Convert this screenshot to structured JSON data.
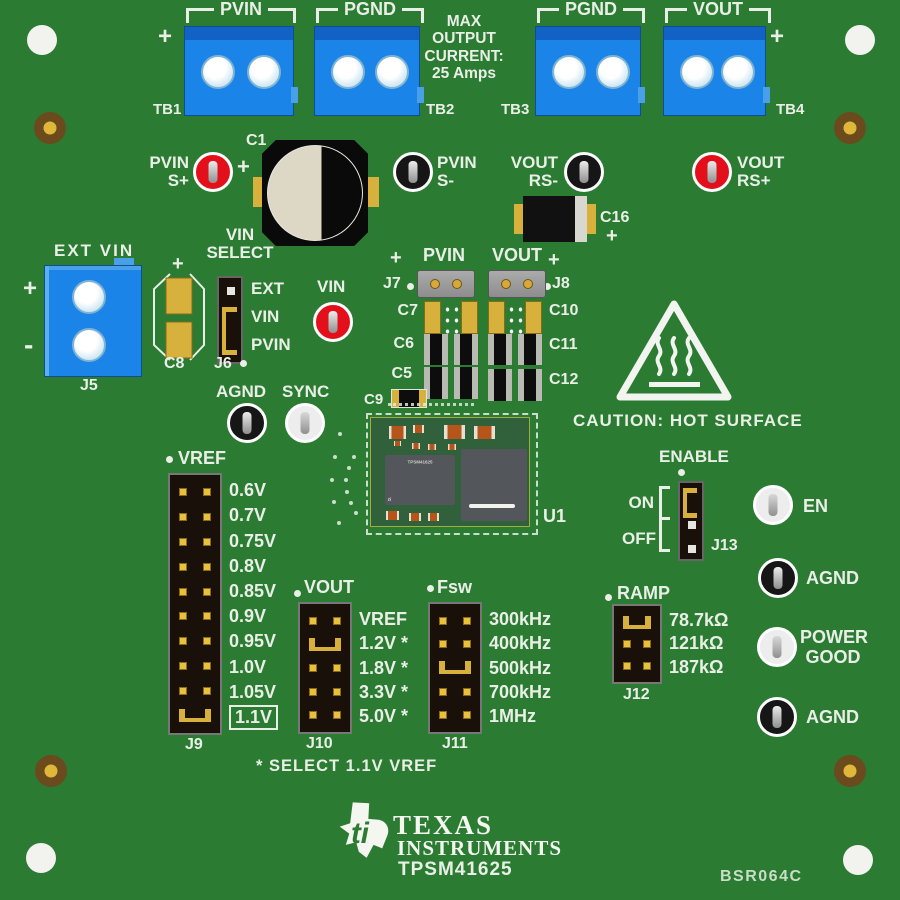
{
  "board": {
    "max_output": "MAX\nOUTPUT\nCURRENT:\n25 Amps",
    "caution_label": "CAUTION: HOT SURFACE",
    "note": "* SELECT 1.1V VREF",
    "brand_top": "TEXAS",
    "brand_bottom": "INSTRUMENTS",
    "part_number": "TPSM41625",
    "rev": "BSR064C",
    "logo_glyph": "ti",
    "plus": "+",
    "minus": "-"
  },
  "colors": {
    "board_green": "#2b7b33",
    "silkscreen": "#e9efe6",
    "terminal_blue": "#1b84e8",
    "testpoint_red": "#e3101c",
    "gold": "#d8b13c"
  },
  "terminal_blocks": [
    {
      "id": "TB1",
      "net": "PVIN",
      "polarity": "+"
    },
    {
      "id": "TB2",
      "net": "PGND",
      "polarity": ""
    },
    {
      "id": "TB3",
      "net": "PGND",
      "polarity": ""
    },
    {
      "id": "TB4",
      "net": "VOUT",
      "polarity": "+"
    }
  ],
  "test_points": {
    "pvin_sense_plus": {
      "label": "PVIN\nS+",
      "color": "red"
    },
    "pvin_sense_minus": {
      "label": "PVIN\nS-",
      "color": "black"
    },
    "vout_rs_minus": {
      "label": "VOUT\nRS-",
      "color": "black"
    },
    "vout_rs_plus": {
      "label": "VOUT\nRS+",
      "color": "red"
    },
    "vin": {
      "label": "VIN",
      "color": "red"
    },
    "agnd_mid": {
      "label": "AGND",
      "color": "black"
    },
    "sync": {
      "label": "SYNC",
      "color": "white"
    },
    "en": {
      "label": "EN",
      "color": "white"
    },
    "agnd_right_upper": {
      "label": "AGND",
      "color": "black"
    },
    "power_good": {
      "label": "POWER\nGOOD",
      "color": "white"
    },
    "agnd_right_lower": {
      "label": "AGND",
      "color": "black"
    }
  },
  "connectors": {
    "ext_vin": {
      "label": "EXT VIN",
      "id": "J5"
    },
    "pvin_jack": {
      "label": "PVIN",
      "id": "J7"
    },
    "vout_jack": {
      "label": "VOUT",
      "id": "J8"
    }
  },
  "vin_select": {
    "title": "VIN\nSELECT",
    "id": "J6",
    "options": [
      "EXT",
      "VIN",
      "PVIN"
    ],
    "jumper_on": "VIN-PVIN"
  },
  "enable": {
    "title": "ENABLE",
    "id": "J13",
    "on": "ON",
    "off": "OFF",
    "jumper_on": "ON"
  },
  "headers": {
    "vref": {
      "title": "VREF",
      "id": "J9",
      "rows": [
        {
          "label": "0.6V"
        },
        {
          "label": "0.7V"
        },
        {
          "label": "0.75V"
        },
        {
          "label": "0.8V"
        },
        {
          "label": "0.85V"
        },
        {
          "label": "0.9V"
        },
        {
          "label": "0.95V"
        },
        {
          "label": "1.0V"
        },
        {
          "label": "1.05V"
        },
        {
          "label": "1.1V",
          "jumper": true,
          "boxed": true
        }
      ]
    },
    "vout": {
      "title": "VOUT",
      "id": "J10",
      "rows": [
        {
          "label": "VREF"
        },
        {
          "label": "1.2V *",
          "jumper": true
        },
        {
          "label": "1.8V *"
        },
        {
          "label": "3.3V *"
        },
        {
          "label": "5.0V *"
        }
      ]
    },
    "fsw": {
      "title": "Fsw",
      "id": "J11",
      "rows": [
        {
          "label": "300kHz"
        },
        {
          "label": "400kHz"
        },
        {
          "label": "500kHz",
          "jumper": true
        },
        {
          "label": "700kHz"
        },
        {
          "label": "1MHz"
        }
      ]
    },
    "ramp": {
      "title": "RAMP",
      "id": "J12",
      "rows": [
        {
          "label": "78.7kΩ",
          "jumper": true
        },
        {
          "label": "121kΩ"
        },
        {
          "label": "187kΩ"
        }
      ]
    }
  },
  "components": {
    "c1": "C1",
    "c5": "C5",
    "c6": "C6",
    "c7": "C7",
    "c8": "C8",
    "c9": "C9",
    "c10": "C10",
    "c11": "C11",
    "c12": "C12",
    "c16": "C16",
    "u1": "U1"
  }
}
